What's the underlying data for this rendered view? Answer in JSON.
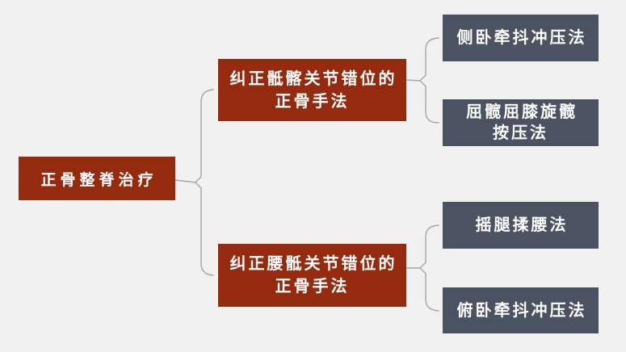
{
  "colors": {
    "background": "#F1F1F2",
    "primary-box": "#942B0E",
    "secondary-box": "#4B5362",
    "box-text": "#FFFFFF",
    "connector": "#A6A6A6"
  },
  "diagram": {
    "root": {
      "label": "正骨整脊治疗"
    },
    "branches": [
      {
        "label": "纠正骶髂关节错位的\n正骨手法",
        "children": [
          {
            "label": "侧卧牵抖冲压法"
          },
          {
            "label": "屈髋屈膝旋髋\n按压法"
          }
        ]
      },
      {
        "label": "纠正腰骶关节错位的\n正骨手法",
        "children": [
          {
            "label": "摇腿揉腰法"
          },
          {
            "label": "俯卧牵抖冲压法"
          }
        ]
      }
    ]
  }
}
